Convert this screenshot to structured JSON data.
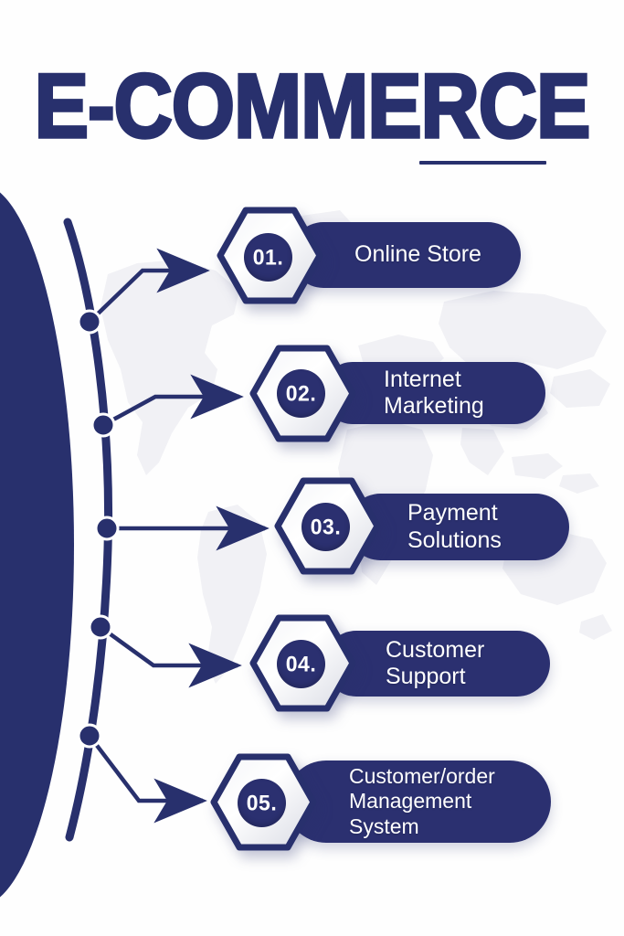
{
  "header": {
    "title": "E-COMMERCE",
    "underline": true
  },
  "theme": {
    "navy": "#2b3070",
    "navy_dark": "#28306d",
    "hex_fill_light": "#ffffff",
    "hex_fill_shade": "#dcdee6",
    "text_on_navy": "#ffffff",
    "background": "#ffffff",
    "map_watermark": "#e9eaef"
  },
  "steps": [
    {
      "number": "01.",
      "label": "Online Store",
      "icon": "hexagon-badge-icon",
      "connector": "arrow-right-icon"
    },
    {
      "number": "02.",
      "label": "Internet\nMarketing",
      "icon": "hexagon-badge-icon",
      "connector": "arrow-right-icon"
    },
    {
      "number": "03.",
      "label": "Payment\nSolutions",
      "icon": "hexagon-badge-icon",
      "connector": "arrow-right-icon"
    },
    {
      "number": "04.",
      "label": "Customer\nSupport",
      "icon": "hexagon-badge-icon",
      "connector": "arrow-right-icon"
    },
    {
      "number": "05.",
      "label": "Customer/order\nManagement\nSystem",
      "icon": "hexagon-badge-icon",
      "connector": "arrow-right-icon"
    }
  ],
  "timeline": {
    "name": "curved-timeline",
    "node_count": 5
  }
}
